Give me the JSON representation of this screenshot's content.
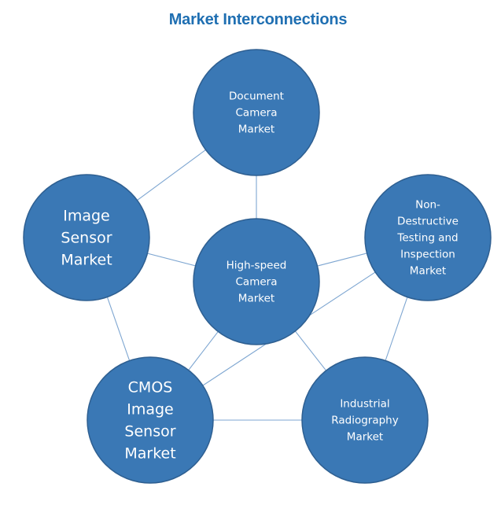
{
  "title": "Market Interconnections",
  "colors": {
    "title": "#1f6fb2",
    "node_fill": "#3a78b5",
    "node_stroke": "#2e5f91",
    "edge": "#7ea6d1"
  },
  "nodes": [
    {
      "id": "document-camera",
      "lines": [
        "Document",
        "Camera",
        "Market"
      ],
      "size": "small"
    },
    {
      "id": "image-sensor",
      "lines": [
        "Image",
        "Sensor",
        "Market"
      ],
      "size": "large"
    },
    {
      "id": "high-speed-camera",
      "lines": [
        "High-speed",
        "Camera",
        "Market"
      ],
      "size": "small"
    },
    {
      "id": "ndt-inspection",
      "lines": [
        "Non-",
        "Destructive",
        "Testing and",
        "Inspection",
        "Market"
      ],
      "size": "small"
    },
    {
      "id": "cmos-image-sensor",
      "lines": [
        "CMOS",
        "Image",
        "Sensor",
        "Market"
      ],
      "size": "large"
    },
    {
      "id": "industrial-radiography",
      "lines": [
        "Industrial",
        "Radiography",
        "Market"
      ],
      "size": "small"
    }
  ],
  "edges": [
    [
      "document-camera",
      "image-sensor"
    ],
    [
      "document-camera",
      "high-speed-camera"
    ],
    [
      "image-sensor",
      "high-speed-camera"
    ],
    [
      "high-speed-camera",
      "ndt-inspection"
    ],
    [
      "image-sensor",
      "cmos-image-sensor"
    ],
    [
      "high-speed-camera",
      "cmos-image-sensor"
    ],
    [
      "high-speed-camera",
      "industrial-radiography"
    ],
    [
      "ndt-inspection",
      "cmos-image-sensor"
    ],
    [
      "ndt-inspection",
      "industrial-radiography"
    ],
    [
      "cmos-image-sensor",
      "industrial-radiography"
    ]
  ]
}
